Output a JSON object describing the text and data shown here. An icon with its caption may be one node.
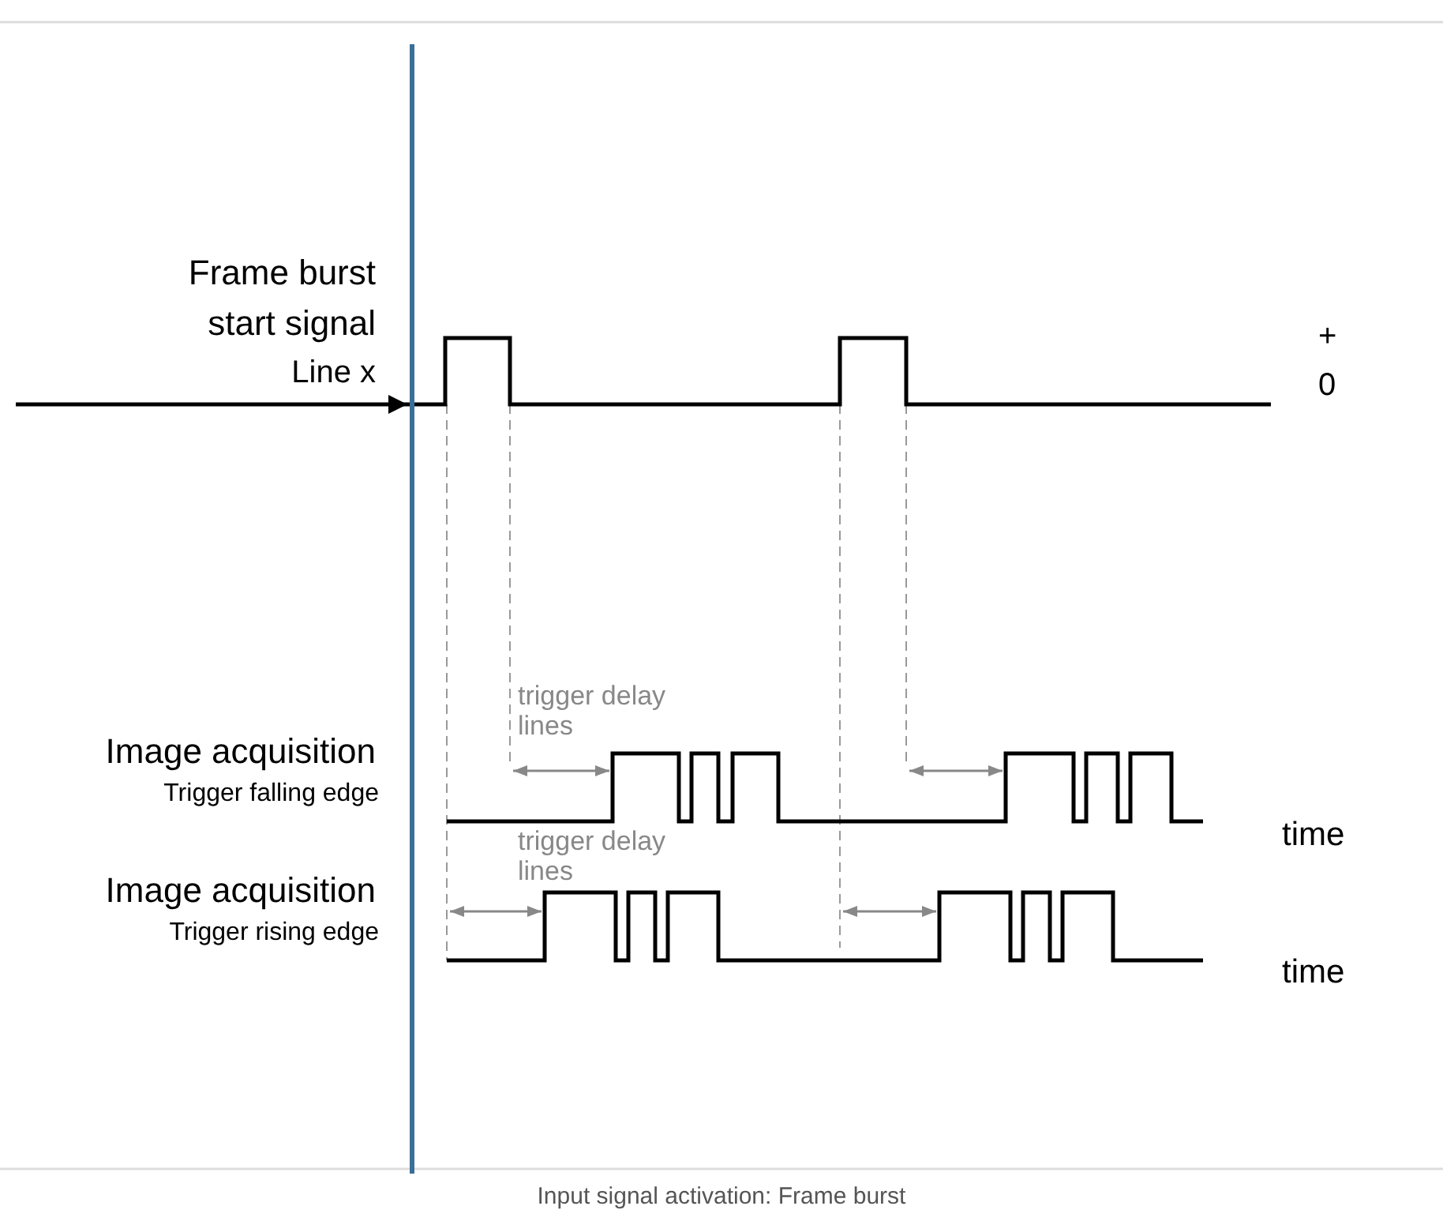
{
  "diagram": {
    "caption": "Input signal activation: Frame burst",
    "labels": [
      "Frame burst start signal",
      "Line x",
      "+",
      "0",
      "Image acquisition",
      "Trigger falling edge",
      "trigger delay lines",
      "time",
      "Image acquisition",
      "Trigger rising edge",
      "trigger delay lines",
      "time"
    ]
  }
}
